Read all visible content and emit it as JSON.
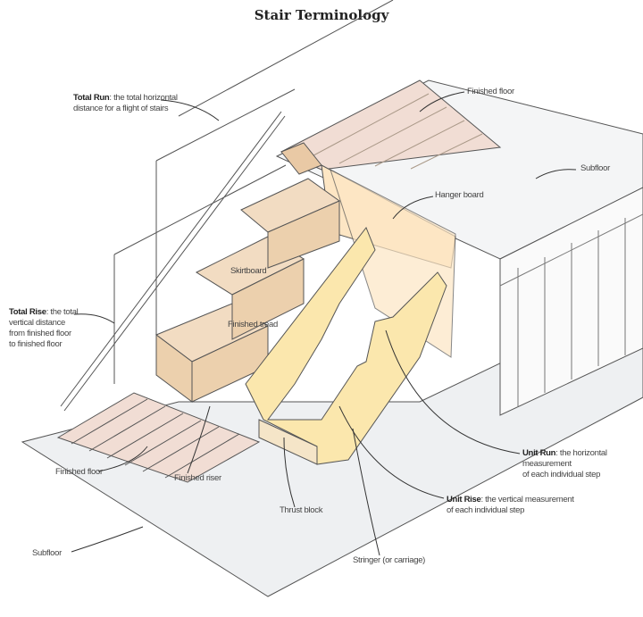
{
  "title": "Stair Terminology",
  "labels": {
    "total_run": {
      "term": "Total Run",
      "desc": ": the total horizontal",
      "desc2": "distance for a flight of stairs"
    },
    "total_rise": {
      "term": "Total Rise",
      "desc": ": the total",
      "desc2": "vertical distance",
      "desc3": "from finished floor",
      "desc4": "to finished floor"
    },
    "unit_run": {
      "term": "Unit Run",
      "desc": ": the horizontal measurement",
      "desc2": "of each individual step"
    },
    "unit_rise": {
      "term": "Unit Rise",
      "desc": ": the vertical measurement",
      "desc2": "of each individual step"
    },
    "finished_floor_top": "Finished floor",
    "subfloor_top": "Subfloor",
    "hanger_board": "Hanger board",
    "skirtboard": "Skirtboard",
    "finished_tread": "Finished tread",
    "finished_floor_bottom": "Finished floor",
    "finished_riser": "Finished riser",
    "thrust_block": "Thrust block",
    "subfloor_bottom": "Subfloor",
    "stringer": "Stringer (or carriage)"
  },
  "colors": {
    "tread": "#f2dcc2",
    "riser": "#ecd0ad",
    "stringer": "#fbe7ad",
    "hanger": "#fde6c4",
    "floor": "#eef0f2",
    "line": "#555555"
  }
}
